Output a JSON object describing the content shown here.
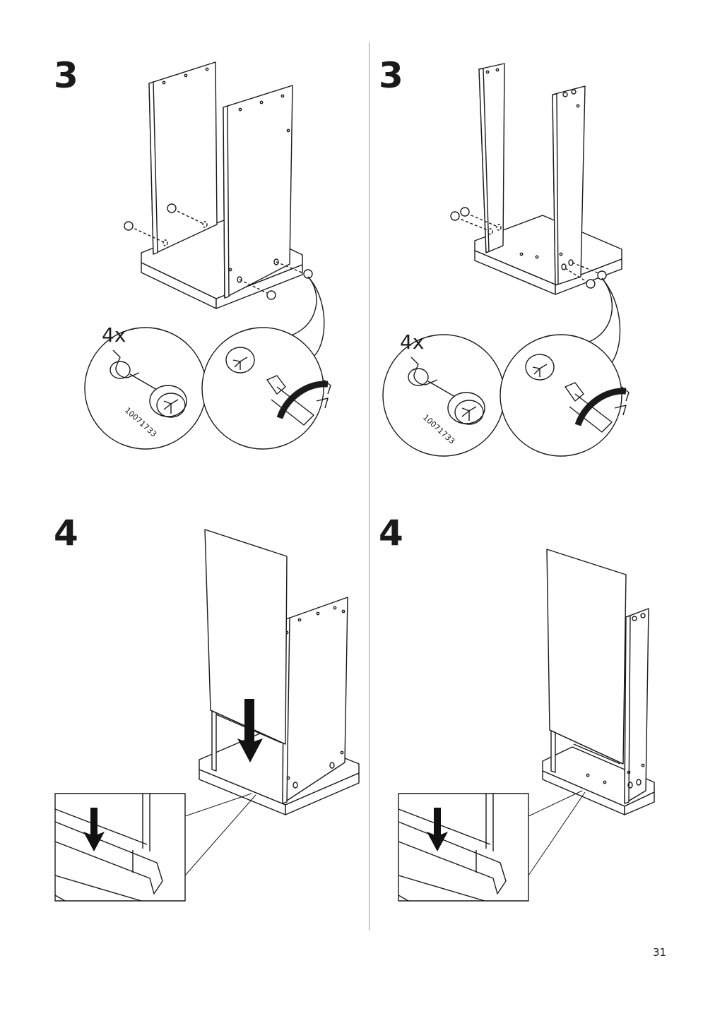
{
  "steps": [
    {
      "number": "3",
      "quantity": "4x",
      "part_number": "10071733"
    },
    {
      "number": "3",
      "quantity": "4x",
      "part_number": "10071733"
    },
    {
      "number": "4"
    },
    {
      "number": "4"
    }
  ],
  "page_number": "31"
}
